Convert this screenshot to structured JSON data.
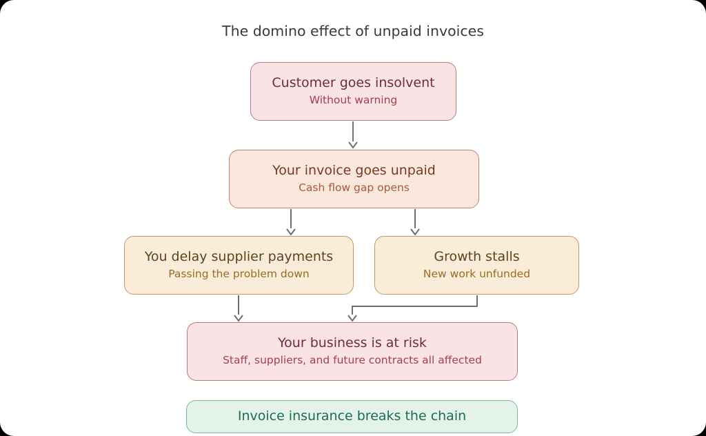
{
  "title": "The domino effect of unpaid invoices",
  "nodes": [
    {
      "id": "insolvent",
      "title": "Customer goes insolvent",
      "subtitle": "Without warning"
    },
    {
      "id": "unpaid",
      "title": "Your invoice goes unpaid",
      "subtitle": "Cash flow gap opens"
    },
    {
      "id": "delay",
      "title": "You delay supplier payments",
      "subtitle": "Passing the problem down"
    },
    {
      "id": "growth",
      "title": "Growth stalls",
      "subtitle": "New work unfunded"
    },
    {
      "id": "risk",
      "title": "Your business is at risk",
      "subtitle": "Staff, suppliers, and future contracts all affected"
    },
    {
      "id": "insurance",
      "title": "Invoice insurance breaks the chain"
    }
  ],
  "edges": [
    {
      "from": "insolvent",
      "to": "unpaid"
    },
    {
      "from": "unpaid",
      "to": "delay"
    },
    {
      "from": "unpaid",
      "to": "growth"
    },
    {
      "from": "delay",
      "to": "risk"
    },
    {
      "from": "growth",
      "to": "risk"
    }
  ],
  "palette": {
    "pink_fill": "#f9e3e5",
    "pink_border": "#bd7981",
    "pink_title": "#702c3a",
    "pink_subtitle": "#a63f4e",
    "peach_fill": "#fae7de",
    "peach_border": "#c6846a",
    "peach_title": "#77391f",
    "peach_subtitle": "#a95c37",
    "tan_fill": "#f9ecd8",
    "tan_border": "#c49760",
    "tan_title": "#5b451f",
    "tan_subtitle": "#9c6b22",
    "green_fill": "#e4f3ea",
    "green_border": "#7db79b",
    "green_text": "#1d6a55",
    "title_text": "#3a3a3a",
    "arrow": "#6f6f6f"
  }
}
